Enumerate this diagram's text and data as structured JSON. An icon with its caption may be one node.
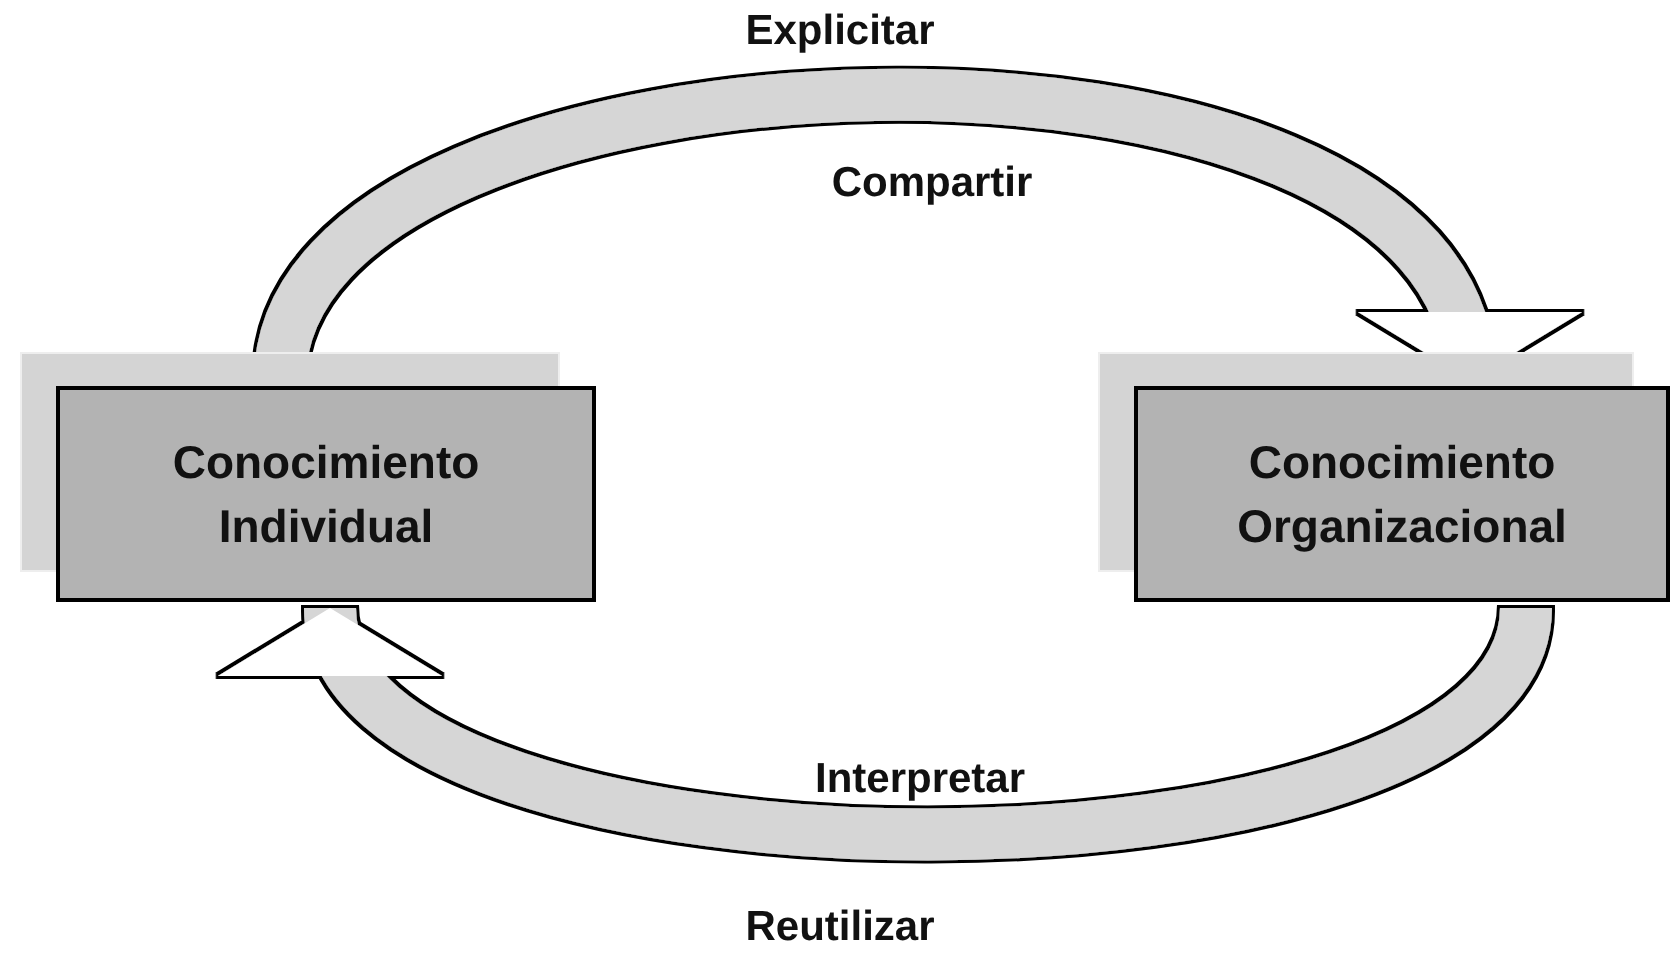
{
  "diagram": {
    "nodes": [
      {
        "text": [
          "Conocimiento Individual"
        ]
      },
      {
        "text": [
          "Conocimiento Organizacional"
        ]
      }
    ],
    "edges": [
      {
        "from": 0,
        "to": 1,
        "arrow": "to",
        "label": "Explicitar"
      },
      {
        "from": 1,
        "to": 0,
        "arrow": "to",
        "label": "Reutilizar"
      }
    ],
    "labels": [
      "Compartir",
      "Interpretar"
    ]
  }
}
